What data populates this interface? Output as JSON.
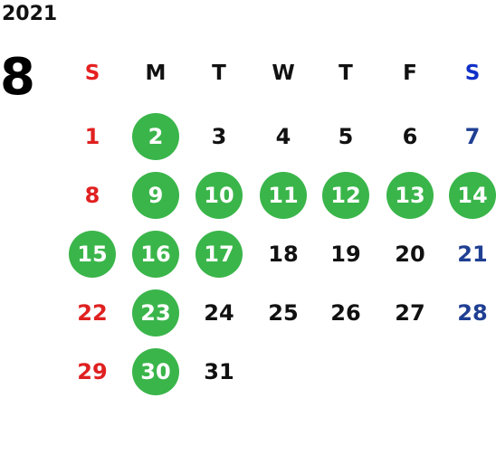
{
  "year": "2021",
  "month": "8",
  "weekdays": [
    "S",
    "M",
    "T",
    "W",
    "T",
    "F",
    "S"
  ],
  "weeks": [
    [
      "",
      "",
      "",
      "",
      "",
      "",
      ""
    ],
    [
      "1",
      "2",
      "3",
      "4",
      "5",
      "6",
      "7"
    ],
    [
      "8",
      "9",
      "10",
      "11",
      "12",
      "13",
      "14"
    ],
    [
      "15",
      "16",
      "17",
      "18",
      "19",
      "20",
      "21"
    ],
    [
      "22",
      "23",
      "24",
      "25",
      "26",
      "27",
      "28"
    ],
    [
      "29",
      "30",
      "31",
      "",
      "",
      "",
      ""
    ]
  ],
  "highlighted_days": [
    "2",
    "9",
    "10",
    "11",
    "12",
    "13",
    "14",
    "15",
    "16",
    "17",
    "23",
    "30"
  ],
  "colors": {
    "highlight": "#3ab54a",
    "sunday": "#e02020",
    "saturday": "#1f3f93",
    "text": "#111111"
  }
}
